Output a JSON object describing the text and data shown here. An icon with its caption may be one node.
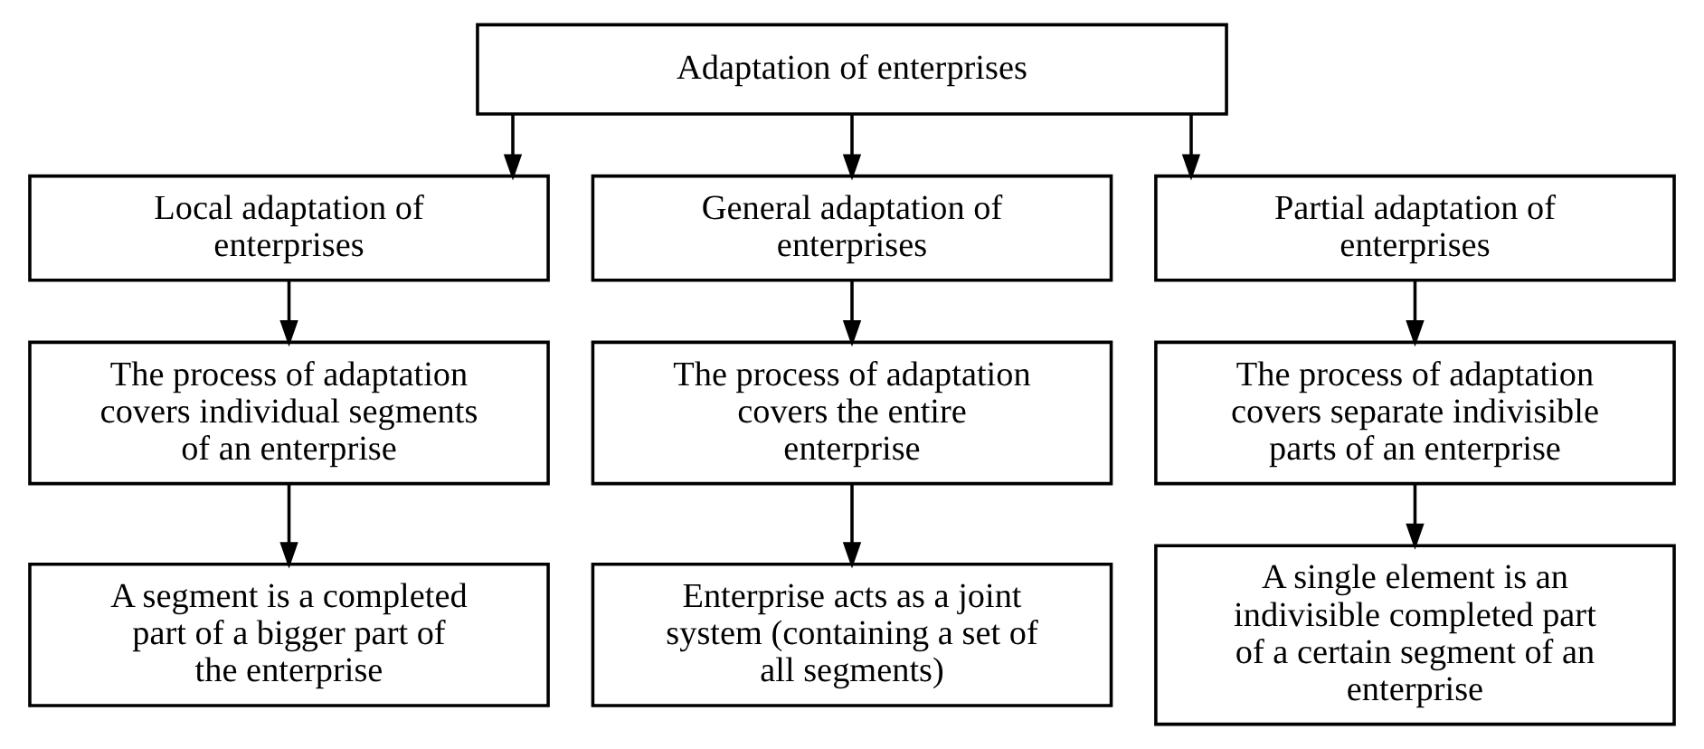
{
  "diagram": {
    "nodes": [
      {
        "text": [
          "Adaptation of enterprises"
        ]
      },
      {
        "text": [
          "Local adaptation of enterprises"
        ]
      },
      {
        "text": [
          "General adaptation of enterprises"
        ]
      },
      {
        "text": [
          "Partial adaptation of enterprises"
        ]
      },
      {
        "text": [
          "The process of adaptation covers individual segments of an enterprise"
        ]
      },
      {
        "text": [
          "The process of adaptation covers the entire enterprise"
        ]
      },
      {
        "text": [
          "The process of adaptation covers separate indivisible parts of an enterprise"
        ]
      },
      {
        "text": [
          "A segment is a completed part of a bigger part of the enterprise"
        ]
      },
      {
        "text": [
          "Enterprise acts as a joint system (containing a set of all segments)"
        ]
      },
      {
        "text": [
          "A single element is an indivisible completed part of a certain segment of an enterprise"
        ]
      }
    ],
    "edges": [
      {
        "from": 0,
        "to": 1,
        "arrow": "to"
      },
      {
        "from": 0,
        "to": 2,
        "arrow": "to"
      },
      {
        "from": 0,
        "to": 3,
        "arrow": "to"
      },
      {
        "from": 1,
        "to": 4,
        "arrow": "to"
      },
      {
        "from": 2,
        "to": 5,
        "arrow": "to"
      },
      {
        "from": 3,
        "to": 6,
        "arrow": "to"
      },
      {
        "from": 4,
        "to": 7,
        "arrow": "to"
      },
      {
        "from": 5,
        "to": 8,
        "arrow": "to"
      },
      {
        "from": 6,
        "to": 9,
        "arrow": "to"
      }
    ]
  }
}
